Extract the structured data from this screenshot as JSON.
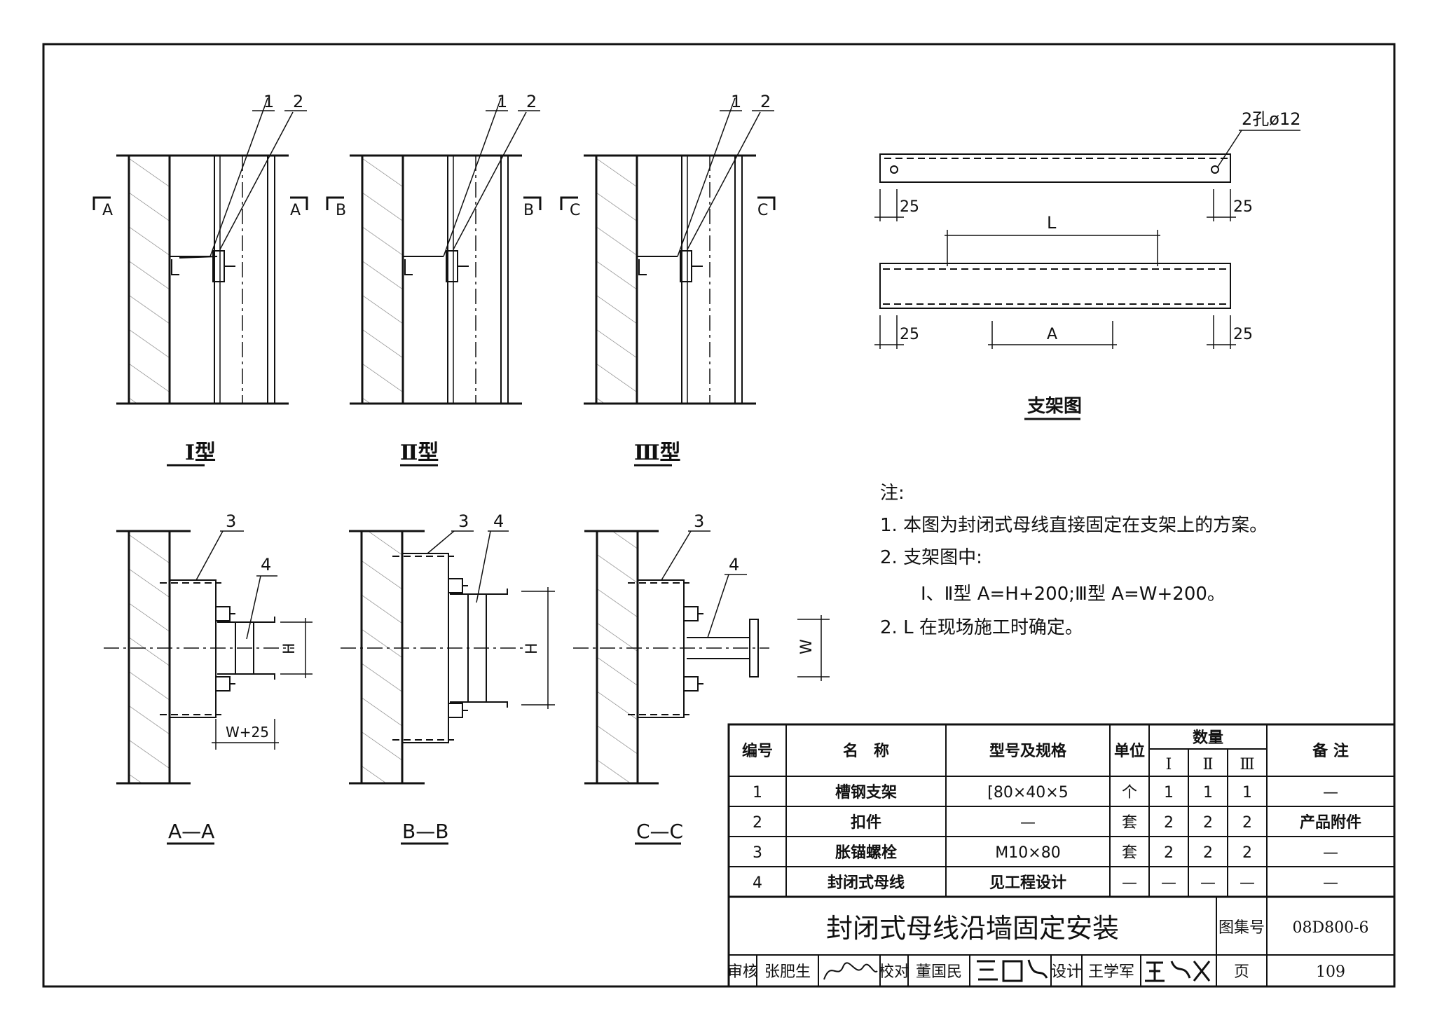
{
  "top_views": [
    {
      "title": "Ⅰ型",
      "section_letter": "A",
      "callouts": [
        "1",
        "2"
      ]
    },
    {
      "title": "Ⅱ型",
      "section_letter": "B",
      "callouts": [
        "1",
        "2"
      ]
    },
    {
      "title": "Ⅲ型",
      "section_letter": "C",
      "callouts": [
        "1",
        "2"
      ]
    }
  ],
  "sections": [
    {
      "title": "A—A",
      "callouts": [
        "3",
        "4"
      ],
      "dim_vertical": "H",
      "dim_horizontal": "W+25"
    },
    {
      "title": "B—B",
      "callouts": [
        "3",
        "4"
      ],
      "dim_vertical": "H"
    },
    {
      "title": "C—C",
      "callouts": [
        "3",
        "4"
      ],
      "dim_vertical": "W"
    }
  ],
  "bracket": {
    "title": "支架图",
    "hole_label": "2孔ø12",
    "dims": {
      "edge_left_top": "25",
      "edge_right_top": "25",
      "length": "L",
      "edge_left_bottom": "25",
      "edge_right_bottom": "25",
      "a": "A"
    }
  },
  "notes": {
    "heading": "注:",
    "items": [
      "1. 本图为封闭式母线直接固定在支架上的方案。",
      "2. 支架图中:",
      "Ⅰ、Ⅱ型 A=H+200;Ⅲ型 A=W+200。",
      "2. L 在现场施工时确定。"
    ]
  },
  "table": {
    "headers": {
      "no": "编号",
      "name": "名　称",
      "spec": "型号及规格",
      "unit": "单位",
      "qty": "数量",
      "qty_types": [
        "Ⅰ",
        "Ⅱ",
        "Ⅲ"
      ],
      "remark": "备 注"
    },
    "rows": [
      {
        "no": "1",
        "name": "槽钢支架",
        "spec": "[80×40×5",
        "unit": "个",
        "q1": "1",
        "q2": "1",
        "q3": "1",
        "remark": "—"
      },
      {
        "no": "2",
        "name": "扣件",
        "spec": "—",
        "unit": "套",
        "q1": "2",
        "q2": "2",
        "q3": "2",
        "remark": "产品附件"
      },
      {
        "no": "3",
        "name": "胀锚螺栓",
        "spec": "M10×80",
        "unit": "套",
        "q1": "2",
        "q2": "2",
        "q3": "2",
        "remark": "—"
      },
      {
        "no": "4",
        "name": "封闭式母线",
        "spec": "见工程设计",
        "unit": "—",
        "q1": "—",
        "q2": "—",
        "q3": "—",
        "remark": "—"
      }
    ]
  },
  "title_block": {
    "title": "封闭式母线沿墙固定安装",
    "atlas_label": "图集号",
    "atlas_no": "08D800-6",
    "review_label": "审核",
    "reviewer": "张肥生",
    "check_label": "校对",
    "checker": "董国民",
    "design_label": "设计",
    "designer": "王学军",
    "page_label": "页",
    "page_no": "109"
  }
}
